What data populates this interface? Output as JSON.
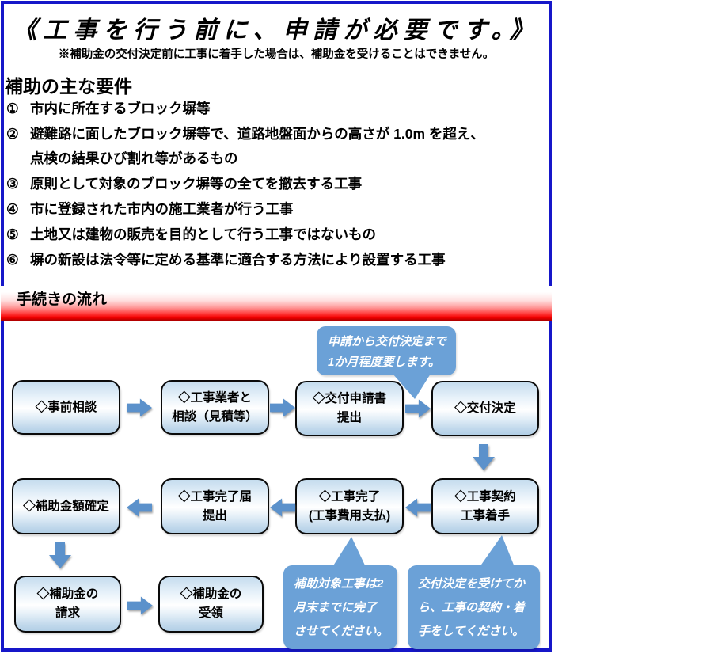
{
  "header": {
    "title": "《工事を行う前に、申請が必要です。》",
    "note": "※補助金の交付決定前に工事に着手した場合は、補助金を受けることはできません。"
  },
  "requirements": {
    "heading": "補助の主な要件",
    "items": [
      {
        "num": "①",
        "line1": "市内に所在するブロック塀等",
        "line2": ""
      },
      {
        "num": "②",
        "line1": "避難路に面したブロック塀等で、道路地盤面からの高さが 1.0m を超え、",
        "line2": "点検の結果ひび割れ等があるもの"
      },
      {
        "num": "③",
        "line1": "原則として対象のブロック塀等の全てを撤去する工事",
        "line2": ""
      },
      {
        "num": "④",
        "line1": "市に登録された市内の施工業者が行う工事",
        "line2": ""
      },
      {
        "num": "⑤",
        "line1": "土地又は建物の販売を目的として行う工事ではないもの",
        "line2": ""
      },
      {
        "num": "⑥",
        "line1": "塀の新設は法令等に定める基準に適合する方法により設置する工事",
        "line2": ""
      }
    ]
  },
  "flow": {
    "section_title": "手続きの流れ",
    "boxes": [
      {
        "line1": "◇事前相談",
        "line2": ""
      },
      {
        "line1": "◇工事業者と",
        "line2": "相談（見積等）"
      },
      {
        "line1": "◇交付申請書",
        "line2": "提出"
      },
      {
        "line1": "◇交付決定",
        "line2": ""
      },
      {
        "line1": "◇工事契約",
        "line2": "工事着手"
      },
      {
        "line1": "◇工事完了",
        "line2": "(工事費用支払)"
      },
      {
        "line1": "◇工事完了届",
        "line2": "提出"
      },
      {
        "line1": "◇補助金額確定",
        "line2": ""
      },
      {
        "line1": "◇補助金の",
        "line2": "請求"
      },
      {
        "line1": "◇補助金の",
        "line2": "受領"
      }
    ],
    "callouts": [
      {
        "line1": "申請から交付決定まで",
        "line2": "1か月程度要します。",
        "line3": ""
      },
      {
        "line1": "補助対象工事は2",
        "line2": "月末までに完了",
        "line3": "させてください。"
      },
      {
        "line1": "交付決定を受けてか",
        "line2": "ら、工事の契約・着",
        "line3": "手をしてください。"
      }
    ]
  },
  "colors": {
    "frame_blue": "#1617c9",
    "bar_red": "#f40000",
    "box_fill_light": "#c5dcee",
    "box_border": "#0a0a0a",
    "arrow_blue": "#5b91cb",
    "callout_blue": "#6ba1d7",
    "callout_text": "#ffffff"
  }
}
